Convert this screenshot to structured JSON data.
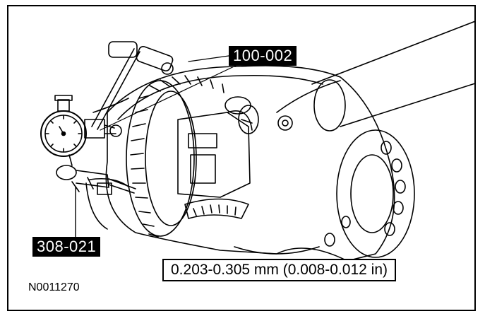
{
  "labels": {
    "tool_a": "100-002",
    "tool_b": "308-021",
    "specification": "0.203-0.305 mm (0.008-0.012 in)",
    "figure_id": "N0011270"
  },
  "colors": {
    "ink": "#000000",
    "paper": "#ffffff"
  }
}
